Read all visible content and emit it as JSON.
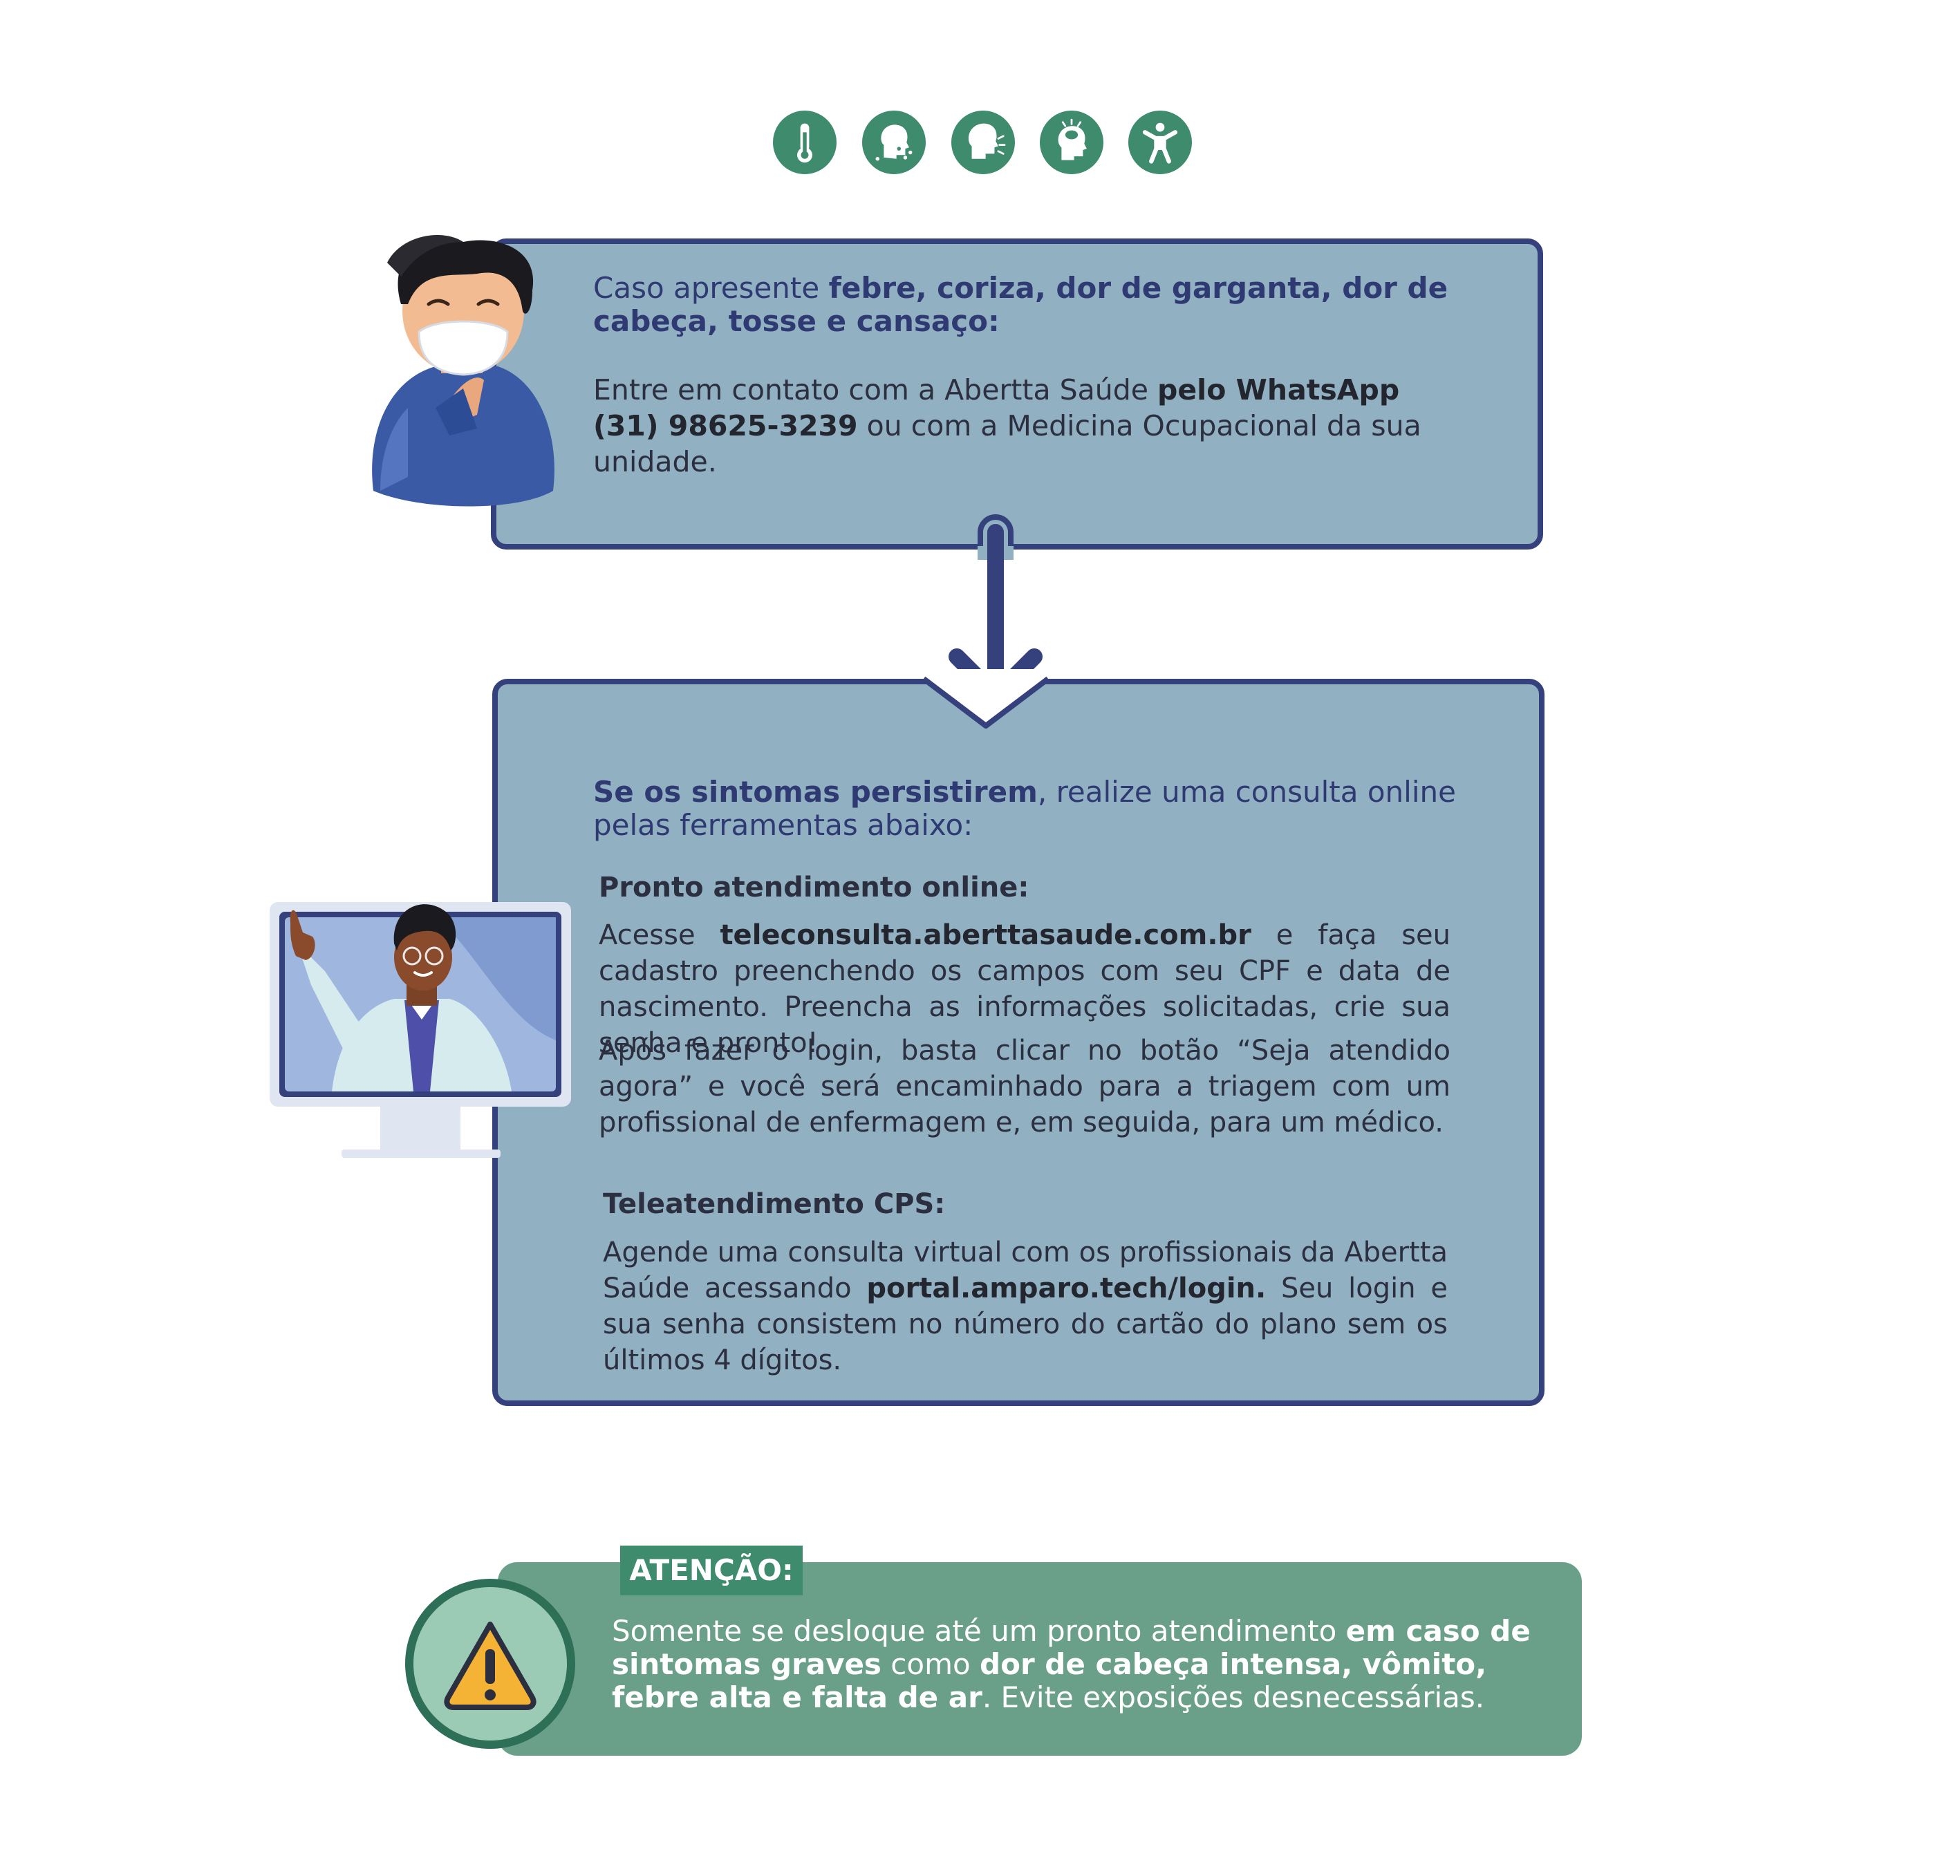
{
  "icons": [
    "thermometer-icon",
    "sneeze-icon",
    "sore-throat-icon",
    "headache-icon",
    "fatigue-icon"
  ],
  "colors": {
    "navy": "#35417c",
    "box_fill": "#91b0c2",
    "green": "#3f8b6e",
    "green_light": "#6aa08a",
    "warning": "#f5b335"
  },
  "box1": {
    "intro": "Caso apresente ",
    "symptoms": "febre, coriza, dor de garganta, dor de cabeça, tosse e cansaço:",
    "contact_pre": "Entre em contato com a Abertta Saúde ",
    "contact_bold": "pelo WhatsApp",
    "phone": "(31) 98625-3239",
    "contact_post": " ou com a Medicina Ocupacional da sua unidade."
  },
  "box2": {
    "lead_bold": "Se os sintomas persistirem",
    "lead_rest": ", realize uma consulta online pelas ferramentas abaixo:",
    "section1": {
      "title": "Pronto atendimento online:",
      "p1_pre": "Acesse ",
      "p1_link": "teleconsulta.aberttasaude.com.br",
      "p1_post": " e faça seu cadastro preenchendo os campos com seu CPF e data de nascimento. Preencha as informações solicitadas, crie sua senha e pronto!",
      "p2": "Após fazer o login, basta clicar no botão “Seja atendido agora” e você será encaminhado para a triagem com um profissional de enfermagem e, em seguida, para um médico."
    },
    "section2": {
      "title": "Teleatendimento CPS:",
      "p_pre": "Agende uma consulta virtual com os profissionais da Abertta Saúde acessando ",
      "p_link": "portal.amparo.tech/login.",
      "p_post": " Seu login e sua senha consistem no número do cartão do plano sem os últimos 4 dígitos."
    }
  },
  "attention": {
    "label": "ATENÇÃO:",
    "t1": "Somente se desloque até um pronto atendimento ",
    "b1": "em caso de sintomas graves",
    "t2": " como ",
    "b2": "dor de cabeça intensa, vômito, febre alta e falta de ar",
    "t3": ". Evite exposições desnecessárias."
  }
}
